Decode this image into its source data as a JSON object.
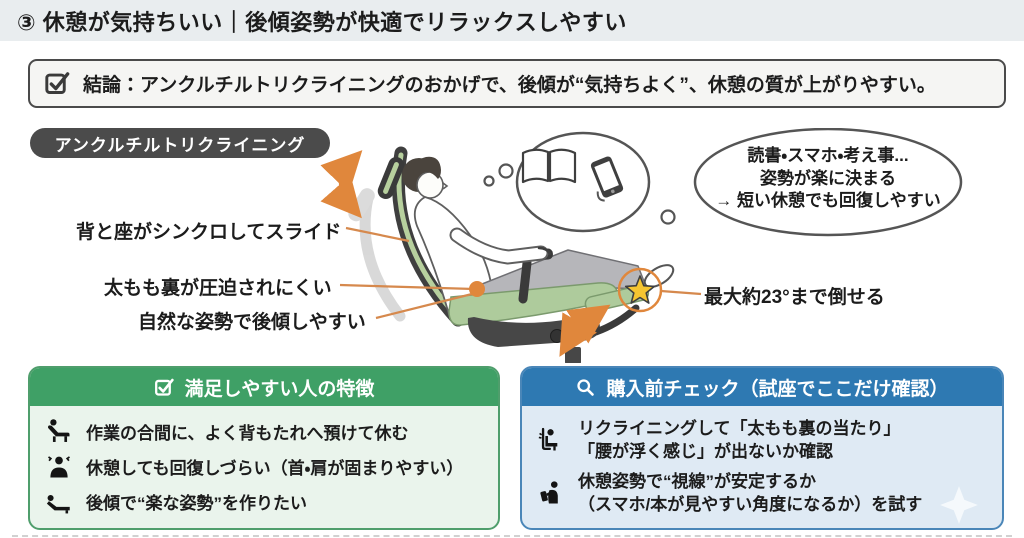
{
  "header": {
    "title": "③ 休憩が気持ちいい｜後傾姿勢が快適でリラックスしやすい"
  },
  "conclusion": {
    "icon": "checkbox-icon",
    "text": "結論：アンクルチルトリクライニングのおかげで、後傾が“気持ちよく”、休憩の質が上がりやすい。"
  },
  "feature_badge": {
    "label": "アンクルチルトリクライニング"
  },
  "illustration": {
    "callouts": {
      "sync_slide": "背と座がシンクロしてスライド",
      "thigh_pressure": "太もも裏が圧迫されにくい",
      "natural_posture": "自然な姿勢で後傾しやすい",
      "recline_angle": "最大約23°まで倒せる"
    },
    "thought_bubble": {
      "icons": [
        "book-icon",
        "smartphone-icon"
      ],
      "line1": "読書・スマホ・考え事...",
      "line2": "姿勢が楽に決まる",
      "line3": "→ 短い休憩でも回復しやすい"
    }
  },
  "panels": {
    "green": {
      "header_icon": "checkbox-icon",
      "header": "満足しやすい人の特徴",
      "items": [
        {
          "icon": "lean-back-rest-icon",
          "text": "作業の合間に、よく背もたれへ預けて休む"
        },
        {
          "icon": "stiff-shoulders-icon",
          "text": "休憩しても回復しづらい（首・肩が固まりやすい）"
        },
        {
          "icon": "recline-relax-icon",
          "text": "後傾で“楽な姿勢”を作りたい"
        }
      ],
      "colors": {
        "header_bg": "#3fa066",
        "body_bg": "#eaf4ec",
        "border": "#4f9e6c"
      }
    },
    "blue": {
      "header_icon": "magnifier-icon",
      "header": "購入前チェック（試座でここだけ確認）",
      "items": [
        {
          "icon": "recline-check-icon",
          "line1": "リクライニングして「太もも裏の当たり」",
          "line2": "「腰が浮く感じ」が出ないか確認"
        },
        {
          "icon": "phone-gaze-icon",
          "line1": "休憩姿勢で“視線”が安定するか",
          "line2": "（スマホ/本が見やすい角度になるか）を試す"
        }
      ],
      "colors": {
        "header_bg": "#2e79b2",
        "body_bg": "#dfeaf4",
        "border": "#4a86b8"
      }
    }
  },
  "colors": {
    "title_band": "#e9edef",
    "accent_orange": "#e0873c",
    "badge_bg": "#4b4b4b",
    "seat_green": "#aecb9c",
    "star_yellow": "#f5c531"
  }
}
